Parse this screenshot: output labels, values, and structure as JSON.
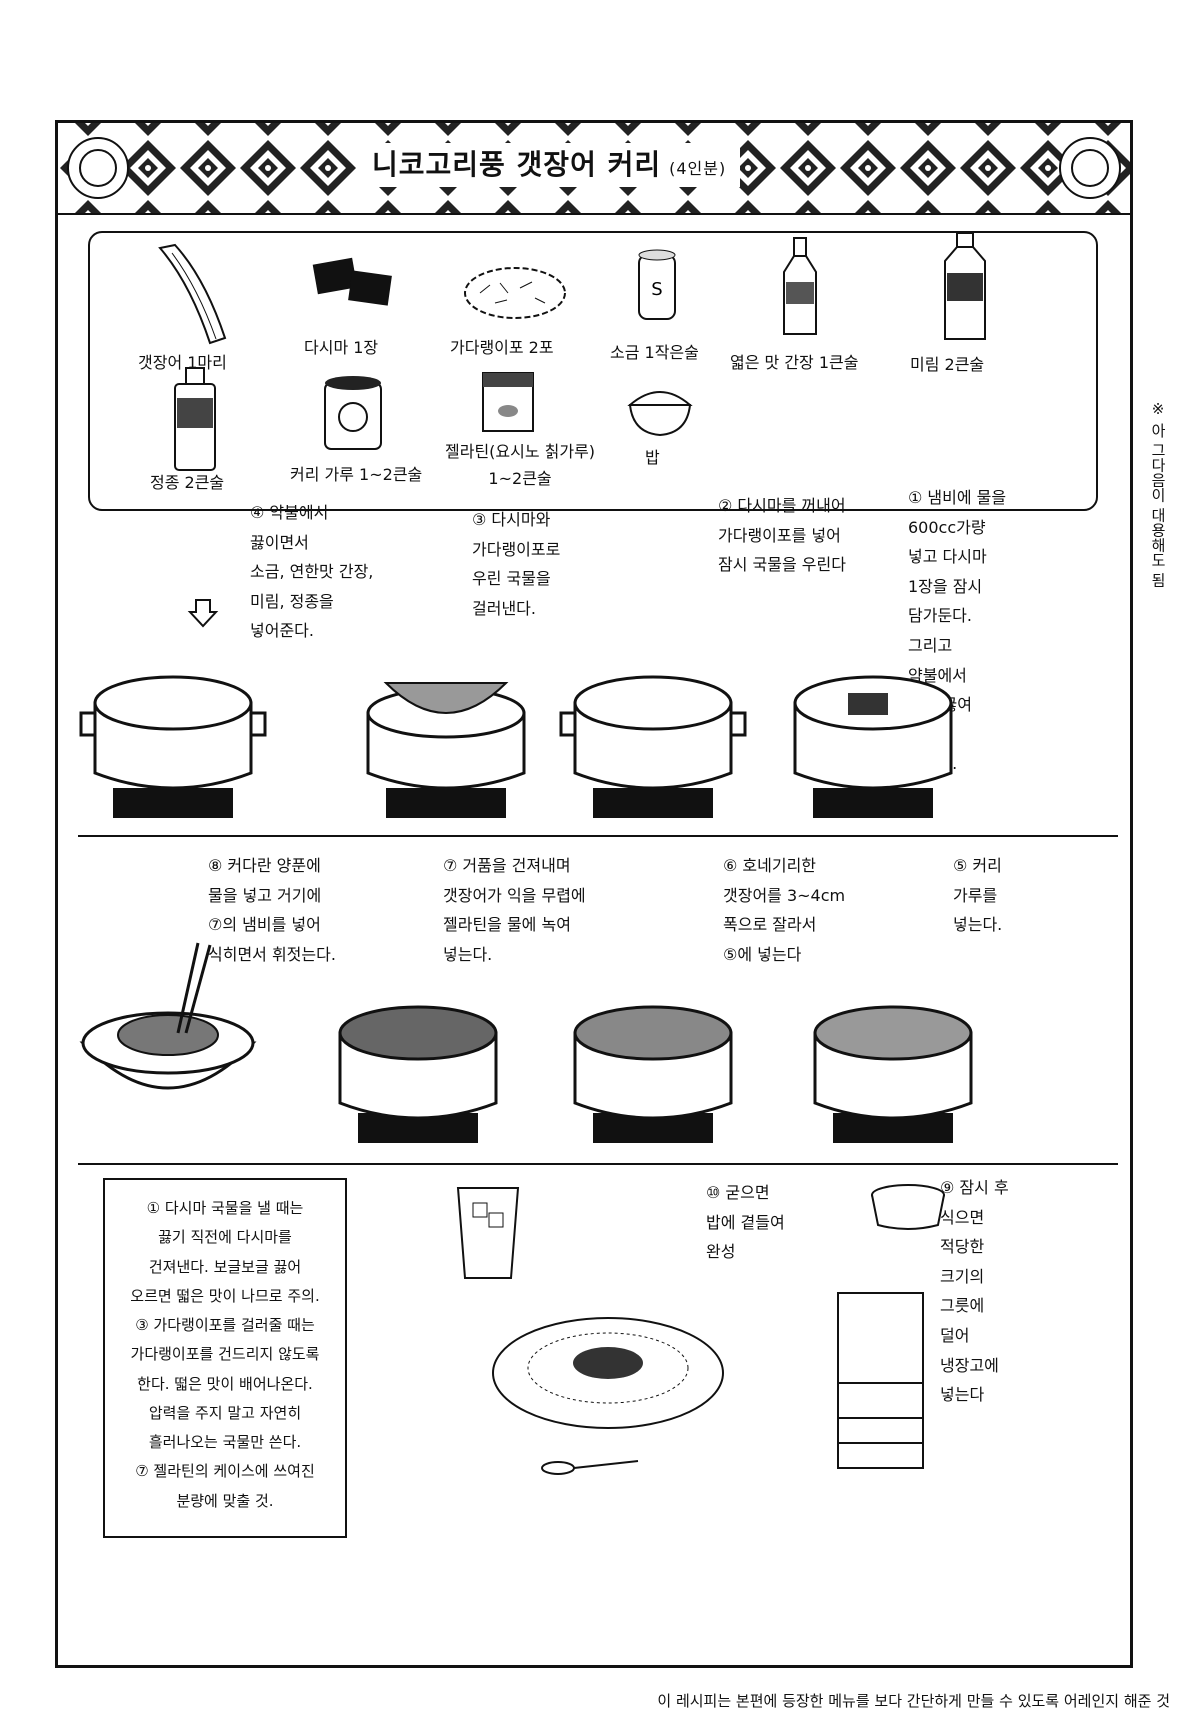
{
  "title": {
    "main": "니코고리풍 갯장어 커리",
    "sub": "(4인분)"
  },
  "ingredients": [
    {
      "label": "갯장어 1마리",
      "icon": "eel-icon"
    },
    {
      "label": "다시마 1장",
      "icon": "kelp-icon"
    },
    {
      "label": "가다랭이포 2포",
      "icon": "bonito-flakes-icon"
    },
    {
      "label": "소금 1작은술",
      "icon": "salt-shaker-icon"
    },
    {
      "label": "엷은 맛 간장 1큰술",
      "icon": "soy-sauce-bottle-icon"
    },
    {
      "label": "미림 2큰술",
      "icon": "mirin-bottle-icon"
    },
    {
      "label": "정종 2큰술",
      "icon": "sake-bottle-icon"
    },
    {
      "label": "커리 가루 1~2큰술",
      "icon": "curry-powder-can-icon"
    },
    {
      "label": "젤라틴(요시노 칡가루)\n1~2큰술",
      "icon": "gelatin-box-icon"
    },
    {
      "label": "밥",
      "icon": "rice-bowl-icon"
    }
  ],
  "steps": {
    "s1": "① 냄비에 물을\n600cc가량\n넣고 다시마\n1장을 잠시\n담가둔다.\n그리고\n약불에서\n살짝 끓여\n국물을\n우린다.",
    "s2": "② 다시마를 꺼내어\n가다랭이포를 넣어\n잠시 국물을 우린다",
    "s3": "③ 다시마와\n가다랭이포로\n우린 국물을\n걸러낸다.",
    "s4": "④ 약불에서\n끓이면서\n소금, 연한맛 간장,\n미림, 정종을\n넣어준다.",
    "s5": "⑤ 커리\n가루를\n넣는다.",
    "s6": "⑥ 호네기리한\n갯장어를 3~4cm\n폭으로 잘라서\n⑤에 넣는다",
    "s7": "⑦ 거품을 건져내며\n갯장어가 익을 무렵에\n젤라틴을 물에 녹여\n넣는다.",
    "s8": "⑧ 커다란 양푼에\n물을 넣고 거기에\n⑦의 냄비를 넣어\n식히면서 휘젓는다.",
    "s9": "⑨ 잠시 후\n식으면\n적당한\n크기의\n그릇에\n덜어\n냉장고에\n넣는다",
    "s10": "⑩ 굳으면\n밥에 곁들여\n완성"
  },
  "notes": "① 다시마 국물을 낼 때는\n끓기 직전에 다시마를\n건져낸다. 보글보글 끓어\n오르면 떫은 맛이 나므로 주의.\n③ 가다랭이포를 걸러줄 때는\n가다랭이포를 건드리지 않도록\n한다. 떫은 맛이 배어나온다.\n압력을 주지 말고 자연히\n흘러나오는 국물만 쓴다.\n⑦ 젤라틴의 케이스에 쓰여진\n분량에 맞출 것.",
  "side_note": "※ 아 그다음이 대용해도 됨",
  "footer": "이 레시피는 본편에 등장한 메뉴를 보다 간단하게 만들 수 있도록 어레인지 해준 것"
}
